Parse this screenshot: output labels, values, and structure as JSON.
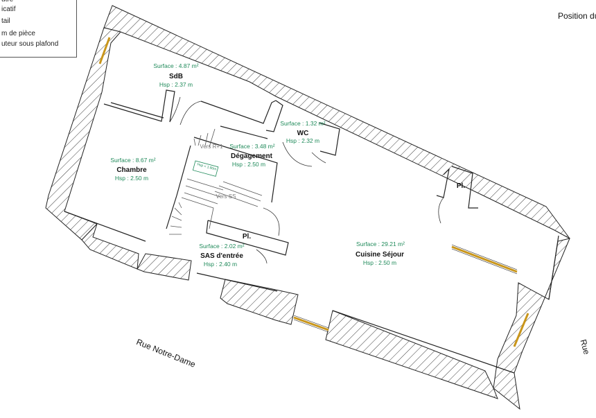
{
  "legend": {
    "items": [
      "utre",
      "icatif",
      "tail",
      "m de pièce",
      "uteur sous plafond"
    ]
  },
  "position_label": "Position du",
  "streets": {
    "notre_dame": "Rue Notre-Dame",
    "right": "Rue"
  },
  "rooms": [
    {
      "key": "sdb",
      "name": "SdB",
      "surface": "Surface : 4.87 m²",
      "hsp": "Hsp : 2.37 m"
    },
    {
      "key": "wc",
      "name": "WC",
      "surface": "Surface : 1.32 m²",
      "hsp": "Hsp : 2.32 m"
    },
    {
      "key": "degagement",
      "name": "Dégagement",
      "surface": "Surface : 3.48 m²",
      "hsp": "Hsp : 2.50 m"
    },
    {
      "key": "chambre",
      "name": "Chambre",
      "surface": "Surface : 8.67 m²",
      "hsp": "Hsp : 2.50 m"
    },
    {
      "key": "sas",
      "name": "SAS d'entrée",
      "surface": "Surface : 2.02 m²",
      "hsp": "Hsp : 2.40 m"
    },
    {
      "key": "cuisine",
      "name": "Cuisine Séjour",
      "surface": "Surface : 29.21 m²",
      "hsp": "Hsp : 2.50 m"
    }
  ],
  "placards": [
    "Pl.",
    "Pl."
  ],
  "stairs": {
    "up": "Vers R+1",
    "down": "Vers SS",
    "small_label": "Hsp < 1.80m"
  },
  "colors": {
    "wall_hatch": "#333333",
    "room_info": "#1f8a5a",
    "window": "#d9a520"
  }
}
